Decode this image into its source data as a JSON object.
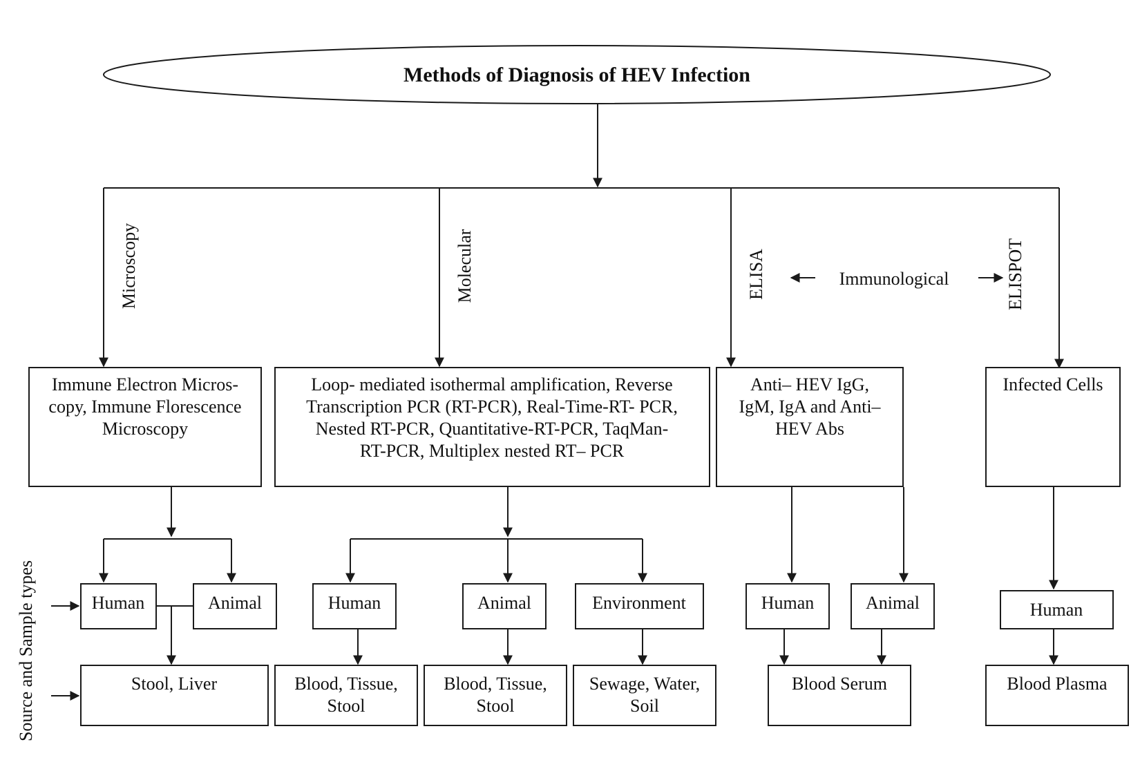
{
  "title": "Methods of Diagnosis of HEV Infection",
  "branches": {
    "microscopy": "Microscopy",
    "molecular": "Molecular",
    "elisa": "ELISA",
    "immunological": "Immunological",
    "elispot": "ELISPOT"
  },
  "methods": {
    "microscopy": [
      "Immune Electron Micros-",
      "copy, Immune Florescence",
      "Microscopy"
    ],
    "molecular": [
      "Loop- mediated isothermal amplification,  Reverse",
      "Transcription PCR (RT-PCR), Real-Time-RT- PCR,",
      "Nested RT-PCR, Quantitative-RT-PCR, TaqMan-",
      "RT-PCR, Multiplex nested RT– PCR"
    ],
    "elisa": [
      "Anti– HEV IgG,",
      "IgM, IgA and Anti–",
      "HEV Abs"
    ],
    "elispot": [
      "Infected Cells"
    ]
  },
  "sources": {
    "micro_human": "Human",
    "micro_animal": "Animal",
    "mol_human": "Human",
    "mol_animal": "Animal",
    "mol_environment": "Environment",
    "elisa_human": "Human",
    "elisa_animal": "Animal",
    "elispot_human": "Human"
  },
  "samples": {
    "stool_liver": [
      "Stool, Liver"
    ],
    "mol_human": [
      "Blood, Tissue,",
      "Stool"
    ],
    "mol_animal": [
      "Blood, Tissue,",
      "Stool"
    ],
    "mol_environment": [
      "Sewage, Water,",
      "Soil"
    ],
    "blood_serum": [
      "Blood Serum"
    ],
    "blood_plasma": [
      "Blood Plasma"
    ]
  },
  "side_label": "Source and Sample types"
}
